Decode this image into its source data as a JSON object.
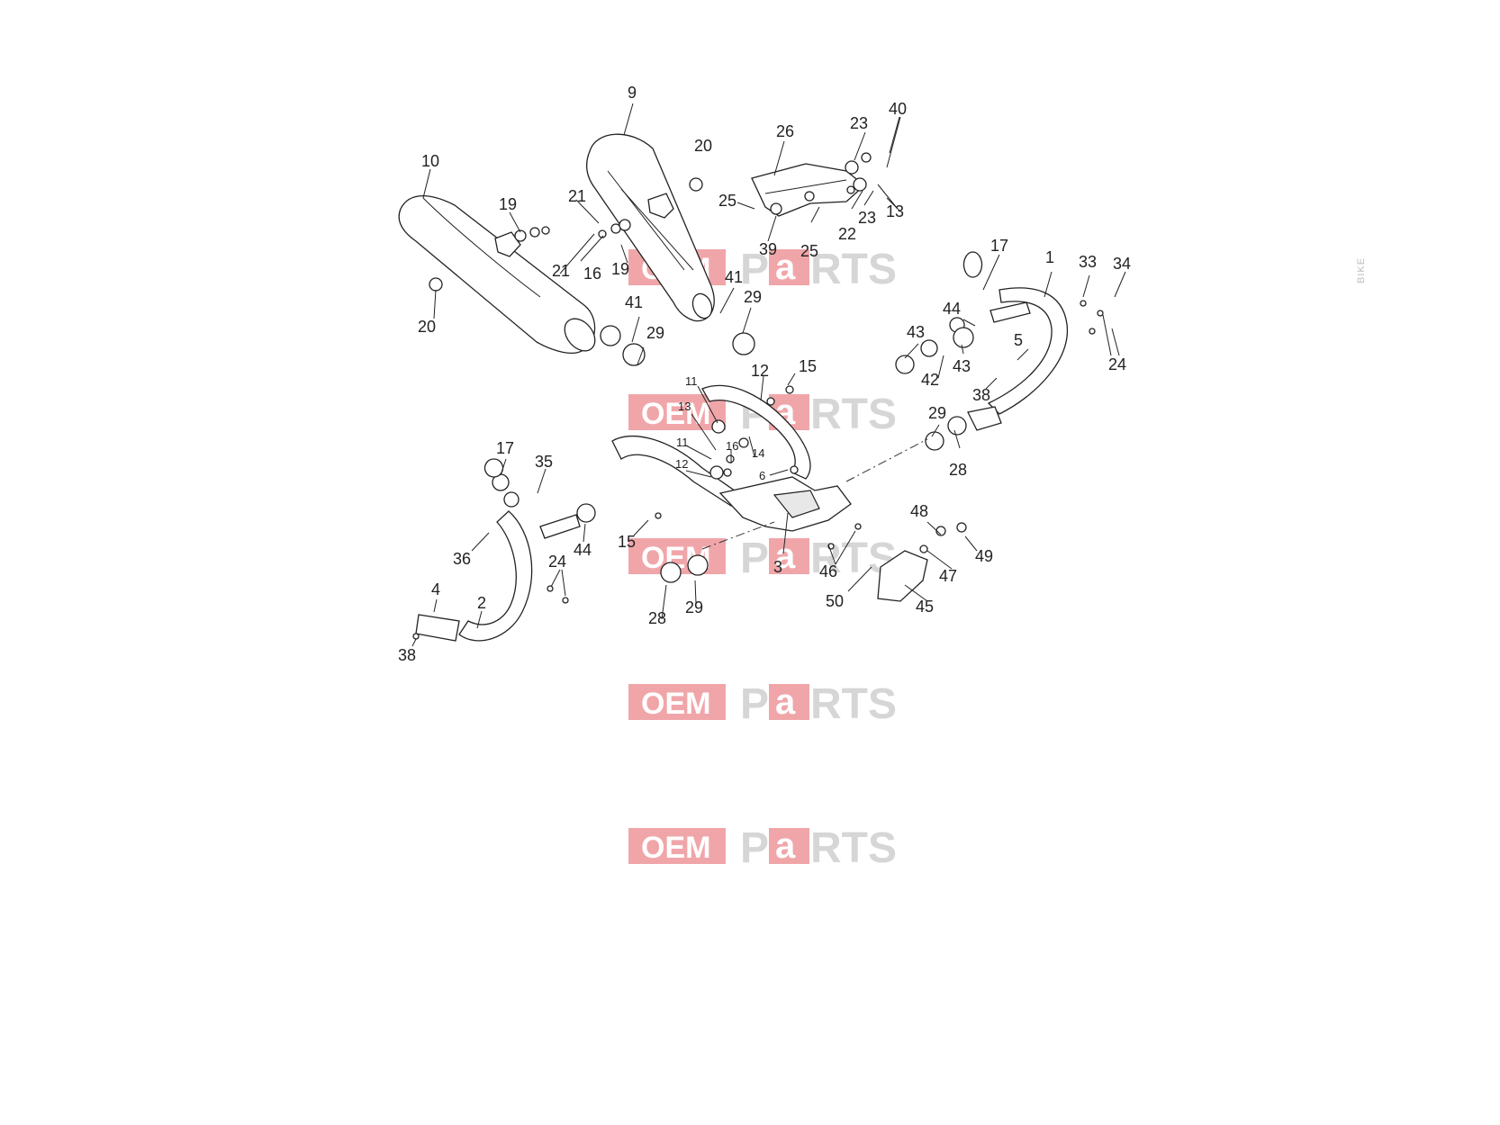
{
  "watermark": {
    "oem": "OEM",
    "bike": "BIKE",
    "p": "P",
    "a": "a",
    "rts": "RTS",
    "colors": {
      "oem_box": "#e35d62",
      "text_grey": "#c9c9c9"
    }
  },
  "callouts": [
    {
      "id": "c9a",
      "label": "9"
    },
    {
      "id": "c10",
      "label": "10"
    },
    {
      "id": "c20a",
      "label": "20"
    },
    {
      "id": "c19a",
      "label": "19"
    },
    {
      "id": "c21a",
      "label": "21"
    },
    {
      "id": "c21b",
      "label": "21"
    },
    {
      "id": "c16a",
      "label": "16"
    },
    {
      "id": "c19b",
      "label": "19"
    },
    {
      "id": "c20b",
      "label": "20"
    },
    {
      "id": "c26",
      "label": "26"
    },
    {
      "id": "c23a",
      "label": "23"
    },
    {
      "id": "c40",
      "label": "40"
    },
    {
      "id": "c25a",
      "label": "25"
    },
    {
      "id": "c39",
      "label": "39"
    },
    {
      "id": "c25b",
      "label": "25"
    },
    {
      "id": "c22",
      "label": "22"
    },
    {
      "id": "c23b",
      "label": "23"
    },
    {
      "id": "c13a",
      "label": "13"
    },
    {
      "id": "c41a",
      "label": "41"
    },
    {
      "id": "c29a",
      "label": "29"
    },
    {
      "id": "c41b",
      "label": "41"
    },
    {
      "id": "c29b",
      "label": "29"
    },
    {
      "id": "c17a",
      "label": "17"
    },
    {
      "id": "c1",
      "label": "1"
    },
    {
      "id": "c33",
      "label": "33"
    },
    {
      "id": "c34",
      "label": "34"
    },
    {
      "id": "c44a",
      "label": "44"
    },
    {
      "id": "c43a",
      "label": "43"
    },
    {
      "id": "c5",
      "label": "5"
    },
    {
      "id": "c42",
      "label": "42"
    },
    {
      "id": "c43b",
      "label": "43"
    },
    {
      "id": "c24a",
      "label": "24"
    },
    {
      "id": "c38a",
      "label": "38"
    },
    {
      "id": "c29c",
      "label": "29"
    },
    {
      "id": "c28a",
      "label": "28"
    },
    {
      "id": "c12a",
      "label": "12"
    },
    {
      "id": "c15a",
      "label": "15"
    },
    {
      "id": "c11a",
      "label": "11"
    },
    {
      "id": "c13b",
      "label": "13"
    },
    {
      "id": "c11b",
      "label": "11"
    },
    {
      "id": "c16b",
      "label": "16"
    },
    {
      "id": "c14",
      "label": "14"
    },
    {
      "id": "c12b",
      "label": "12"
    },
    {
      "id": "c6",
      "label": "6"
    },
    {
      "id": "c17b",
      "label": "17"
    },
    {
      "id": "c35",
      "label": "35"
    },
    {
      "id": "c36",
      "label": "36"
    },
    {
      "id": "c44b",
      "label": "44"
    },
    {
      "id": "c24b",
      "label": "24"
    },
    {
      "id": "c4",
      "label": "4"
    },
    {
      "id": "c2",
      "label": "2"
    },
    {
      "id": "c38b",
      "label": "38"
    },
    {
      "id": "c15b",
      "label": "15"
    },
    {
      "id": "c3",
      "label": "3"
    },
    {
      "id": "c46",
      "label": "46"
    },
    {
      "id": "c48",
      "label": "48"
    },
    {
      "id": "c49",
      "label": "49"
    },
    {
      "id": "c47",
      "label": "47"
    },
    {
      "id": "c50",
      "label": "50"
    },
    {
      "id": "c45",
      "label": "45"
    },
    {
      "id": "c28b",
      "label": "28"
    },
    {
      "id": "c29d",
      "label": "29"
    }
  ]
}
